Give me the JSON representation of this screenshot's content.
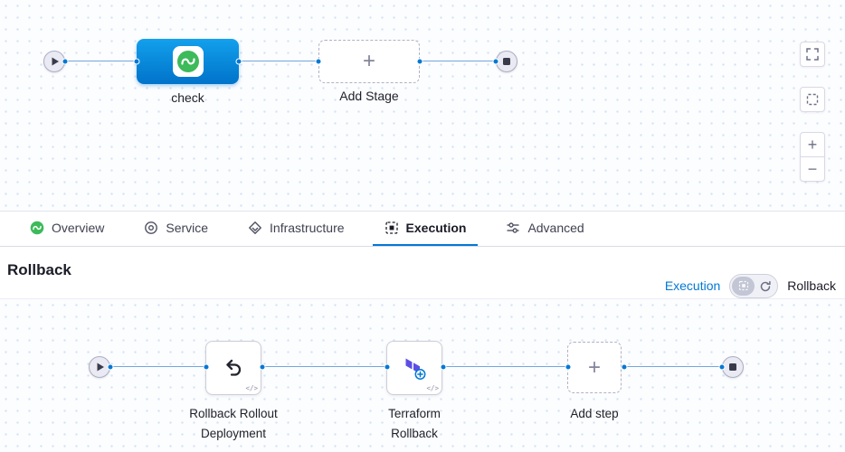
{
  "glyphs": {
    "plus": "+",
    "minus": "−",
    "code": "</>"
  },
  "stage_canvas": {
    "stage_label": "check",
    "add_stage_label": "Add Stage"
  },
  "tab_bar": {
    "tabs": [
      {
        "label": "Overview"
      },
      {
        "label": "Service"
      },
      {
        "label": "Infrastructure"
      },
      {
        "label": "Execution"
      },
      {
        "label": "Advanced"
      }
    ],
    "active_tab": "Execution"
  },
  "section": {
    "title": "Rollback",
    "view_toggle": {
      "left_label": "Execution",
      "right_label": "Rollback"
    }
  },
  "execution_canvas": {
    "steps": [
      {
        "line1": "Rollback Rollout",
        "line2": "Deployment"
      },
      {
        "line1": "Terraform",
        "line2": "Rollback"
      }
    ],
    "add_step_label": "Add step"
  },
  "colors": {
    "accent_blue": "#0278d5",
    "stage_node_blue": "#0b8de0",
    "harness_green": "#3dba5a",
    "terraform_purple": "#5c4ee5",
    "edge_blue": "#74a7da"
  }
}
